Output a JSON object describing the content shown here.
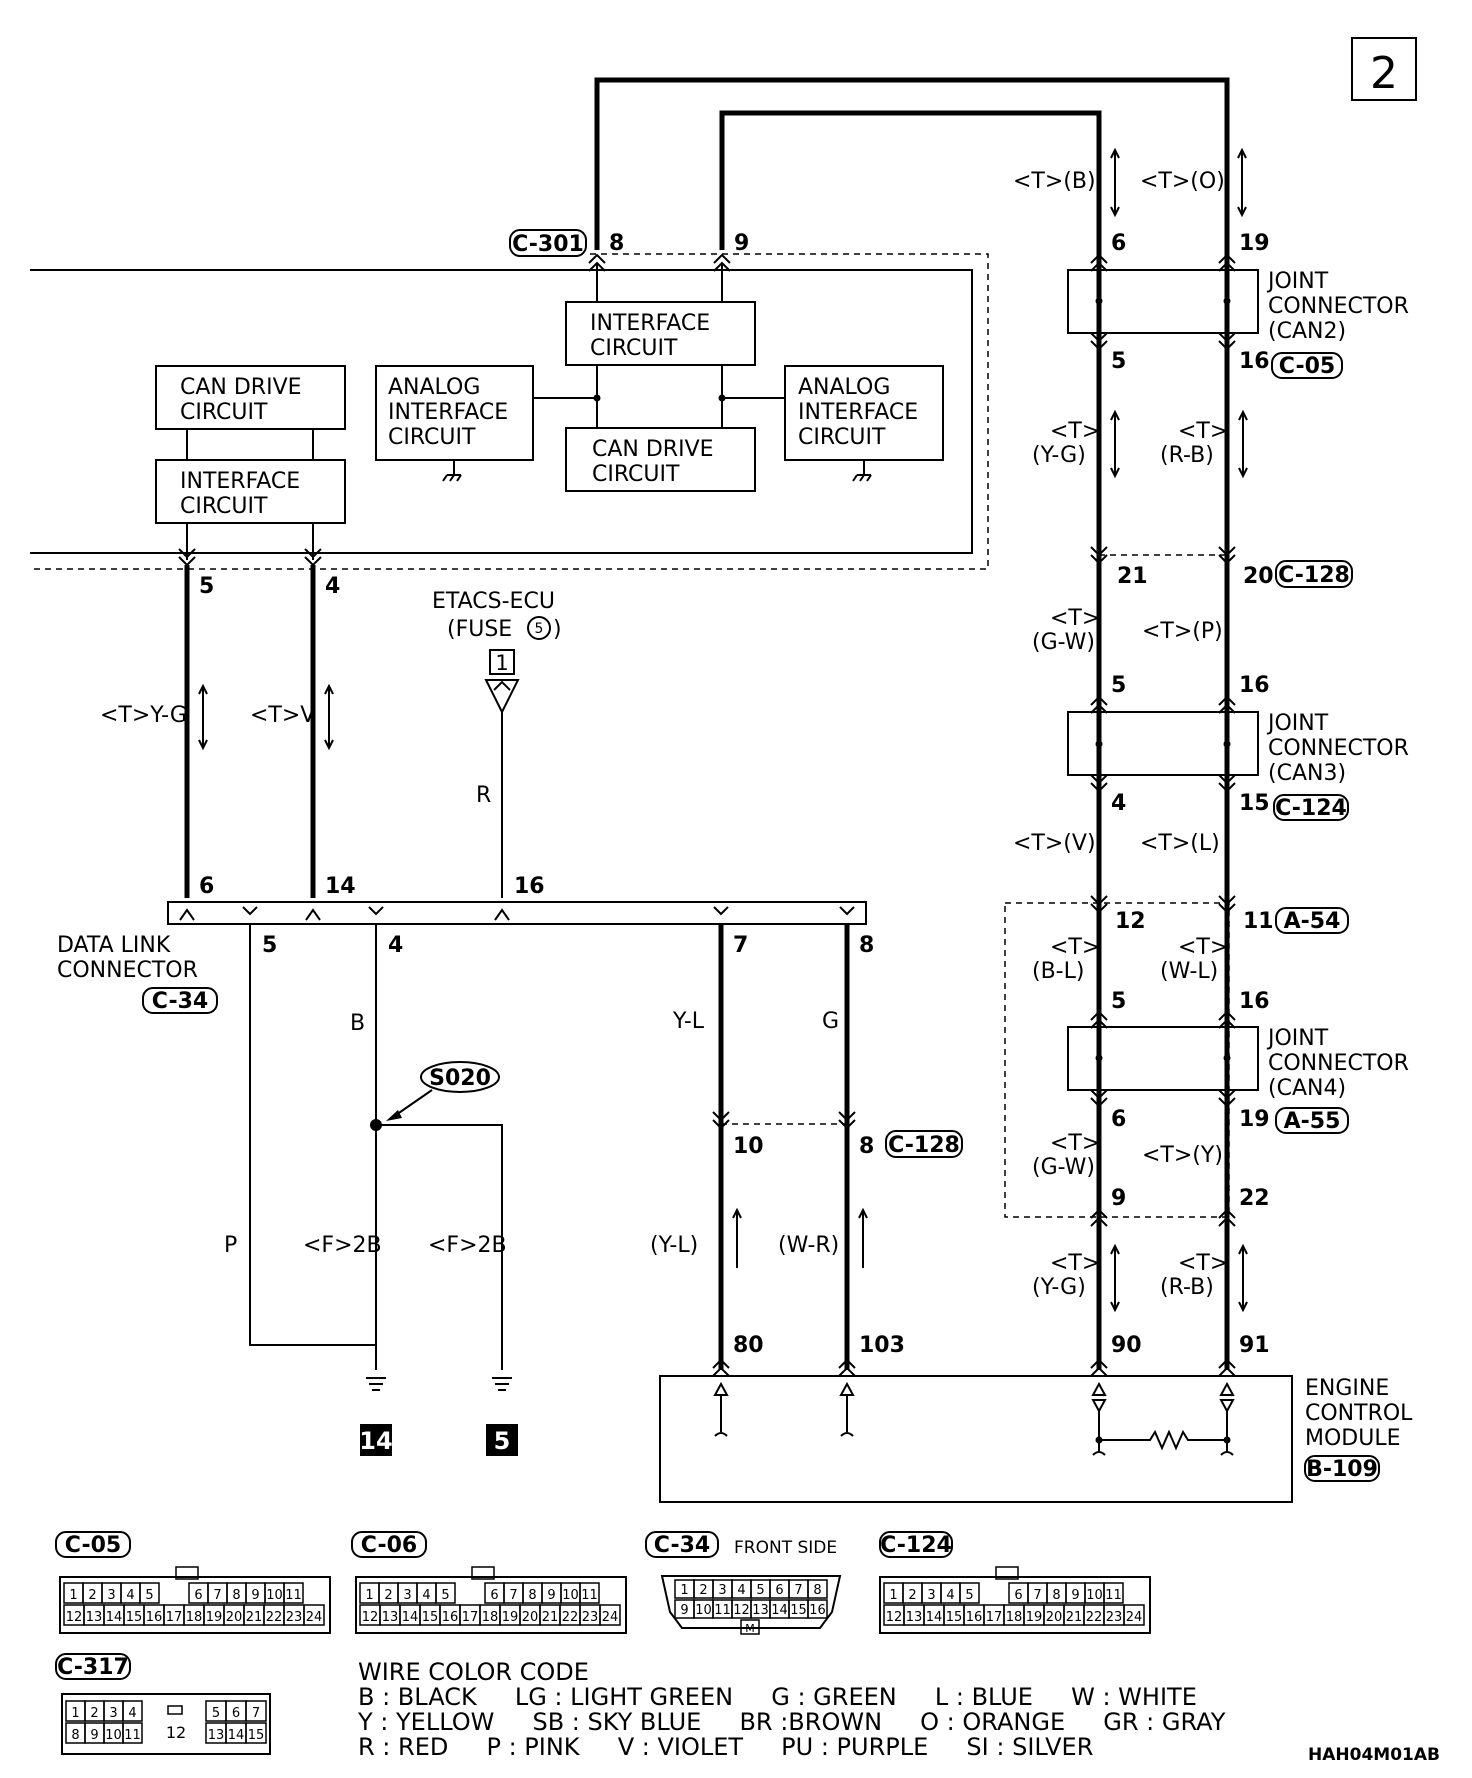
{
  "page_badge": "2",
  "diagram_code": "HAH04M01AB",
  "connectors": {
    "c301": "C-301",
    "c05": "C-05",
    "c128": "C-128",
    "c124": "C-124",
    "a54": "A-54",
    "a55": "A-55",
    "c34": "C-34",
    "b109": "B-109",
    "s020": "S020"
  },
  "blocks": {
    "interface_circuit": [
      "INTERFACE",
      "CIRCUIT"
    ],
    "can_drive_circuit": [
      "CAN DRIVE",
      "CIRCUIT"
    ],
    "analog_interface_circuit": [
      "ANALOG",
      "INTERFACE",
      "CIRCUIT"
    ],
    "joint_can2": [
      "JOINT",
      "CONNECTOR",
      "(CAN2)"
    ],
    "joint_can3": [
      "JOINT",
      "CONNECTOR",
      "(CAN3)"
    ],
    "joint_can4": [
      "JOINT",
      "CONNECTOR",
      "(CAN4)"
    ],
    "data_link_connector": [
      "DATA LINK",
      "CONNECTOR"
    ],
    "engine_control_module": [
      "ENGINE",
      "CONTROL",
      "MODULE"
    ],
    "etacs": [
      "ETACS-ECU",
      "(FUSE",
      ")"
    ],
    "fuse_number": "5",
    "etacs_terminal": "1"
  },
  "pins": {
    "c301_8": "8",
    "c301_9": "9",
    "can2_in_6": "6",
    "can2_in_19": "19",
    "can2_out_5": "5",
    "can2_out_16": "16",
    "c128_21": "21",
    "c128_20": "20",
    "can3_in_5": "5",
    "can3_in_16": "16",
    "can3_out_4": "4",
    "can3_out_15": "15",
    "a54_12": "12",
    "a54_11": "11",
    "can4_in_5": "5",
    "can4_in_16": "16",
    "can4_out_6": "6",
    "can4_out_19": "19",
    "a55_9": "9",
    "a55_22": "22",
    "ecm_90": "90",
    "ecm_91": "91",
    "ecm_80": "80",
    "ecm_103": "103",
    "c128_10": "10",
    "c128_8": "8",
    "ecu_5": "5",
    "ecu_4": "4",
    "dlc_6": "6",
    "dlc_14": "14",
    "dlc_16": "16",
    "dlc_5": "5",
    "dlc_4": "4",
    "dlc_7": "7",
    "dlc_8": "8"
  },
  "wires": {
    "t": "<T>",
    "t_b": "<T>(B)",
    "t_o": "<T>(O)",
    "y_g_paren": "(Y-G)",
    "r_b_paren": "(R-B)",
    "g_w_paren": "(G-W)",
    "t_p": "<T>(P)",
    "t_v": "<T>(V)",
    "t_l": "<T>(L)",
    "b_l_paren": "(B-L)",
    "w_l_paren": "(W-L)",
    "t_y": "<T>(Y)",
    "ty_g": "<T>Y-G",
    "tv": "<T>V",
    "r": "R",
    "b": "B",
    "p": "P",
    "f2b": "<F>2B",
    "y_l": "Y-L",
    "g": "G",
    "y_l_paren": "(Y-L)",
    "w_r_paren": "(W-R)"
  },
  "grounds": {
    "g14": "14",
    "g5": "5"
  },
  "connector_views": {
    "c05": "C-05",
    "c06": "C-06",
    "c34": "C-34",
    "c34_caption": "FRONT SIDE",
    "c124": "C-124",
    "c317": "C-317",
    "row24_top": [
      "1",
      "2",
      "3",
      "4",
      "5",
      "",
      "6",
      "7",
      "8",
      "9",
      "10",
      "11"
    ],
    "row24_bottom": [
      "12",
      "13",
      "14",
      "15",
      "16",
      "17",
      "18",
      "19",
      "20",
      "21",
      "22",
      "23",
      "24"
    ],
    "dlc_top": [
      "1",
      "2",
      "3",
      "4",
      "5",
      "6",
      "7",
      "8"
    ],
    "dlc_bottom": [
      "9",
      "10",
      "11",
      "12",
      "13",
      "14",
      "15",
      "16"
    ],
    "dlc_key": "M",
    "c317_top_left": [
      "1",
      "2",
      "3",
      "4"
    ],
    "c317_top_right": [
      "5",
      "6",
      "7"
    ],
    "c317_bottom_left": [
      "8",
      "9",
      "10",
      "11"
    ],
    "c317_bottom_right": [
      "13",
      "14",
      "15"
    ],
    "c317_center": "12"
  },
  "legend": {
    "title": "WIRE COLOR CODE",
    "row1": "B : BLACK     LG : LIGHT GREEN     G : GREEN     L : BLUE     W : WHITE",
    "row2": "Y : YELLOW     SB : SKY BLUE     BR :BROWN     O : ORANGE     GR : GRAY",
    "row3": "R : RED     P : PINK     V : VIOLET     PU : PURPLE     SI : SILVER"
  }
}
